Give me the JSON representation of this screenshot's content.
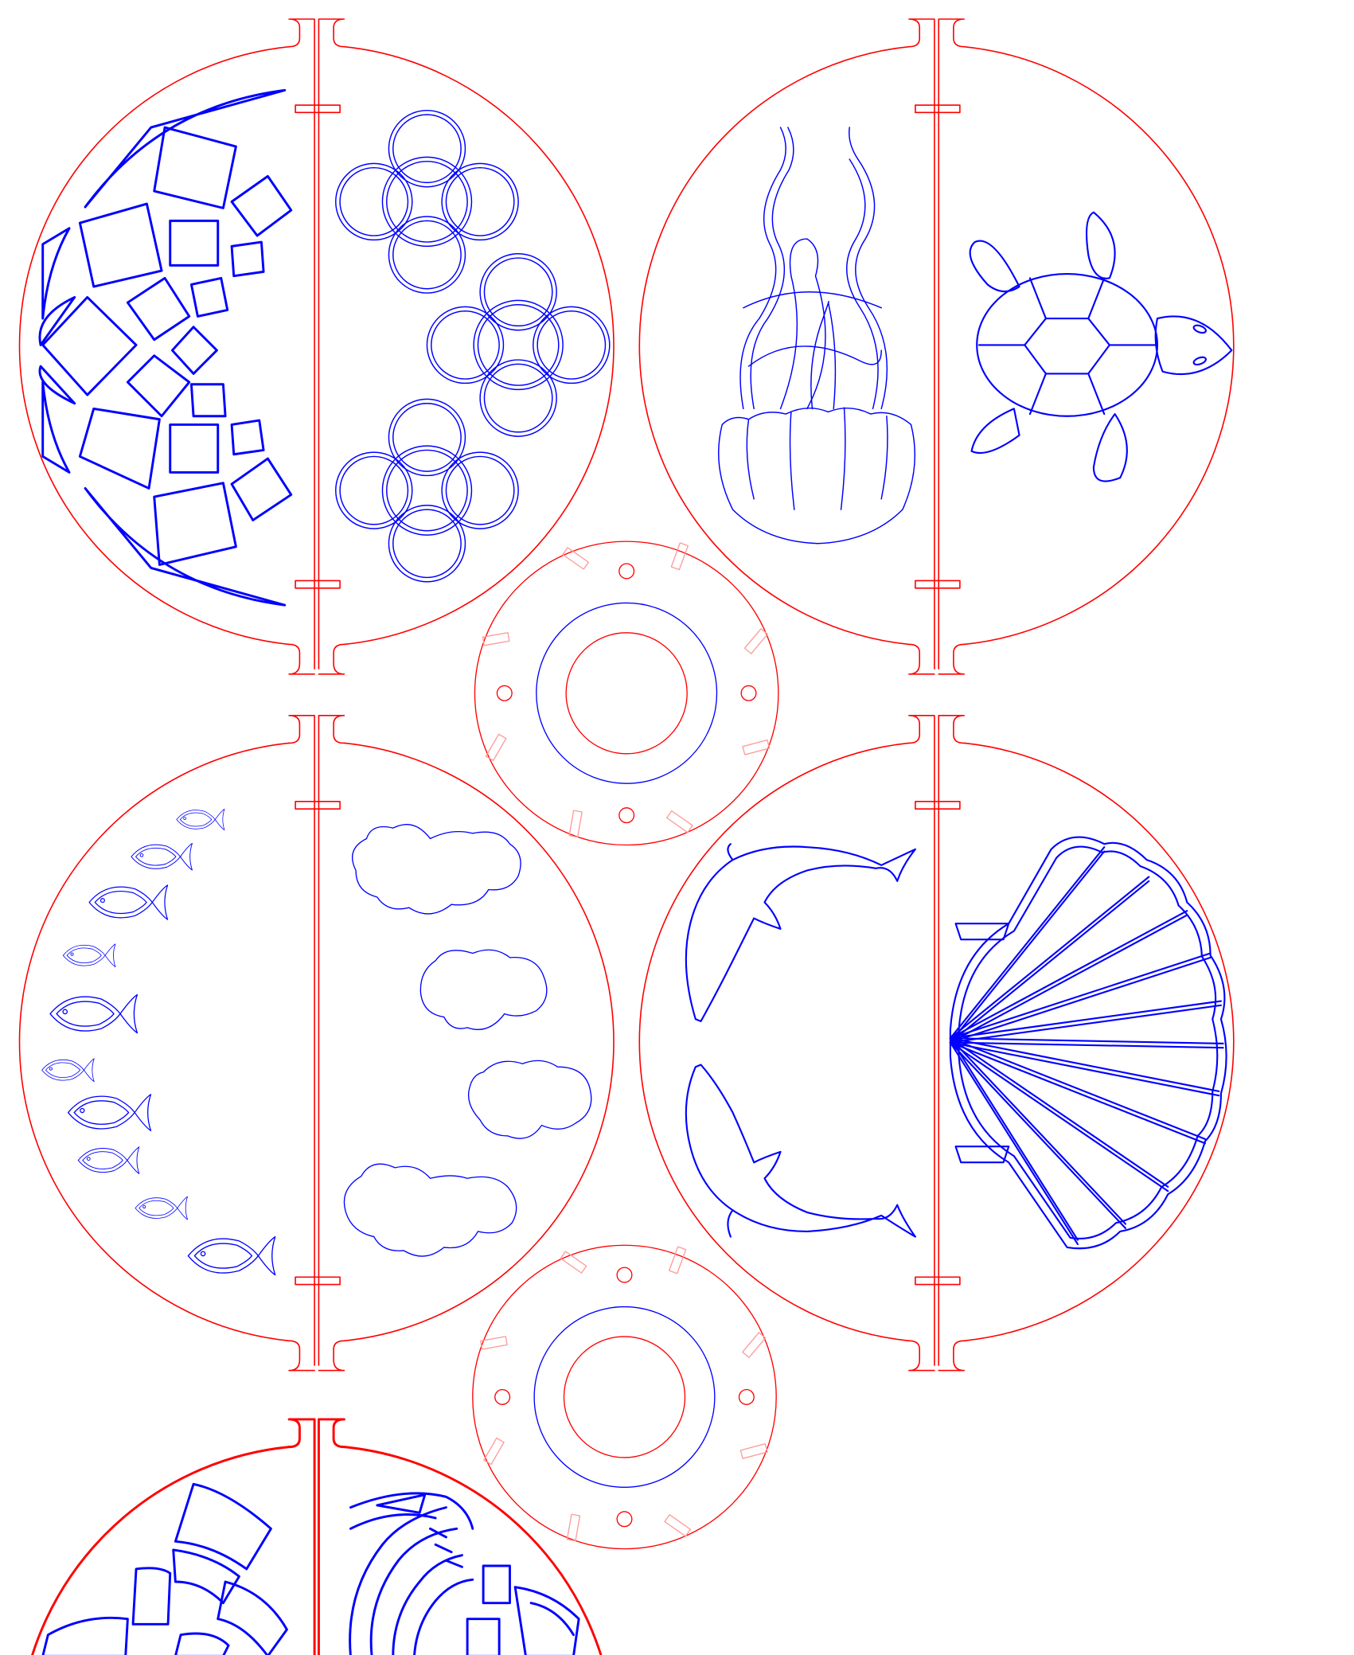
{
  "drawing": {
    "colors": {
      "background": "#ffffff",
      "cut_line": "#ff0000",
      "engrave_line": "#0000ff",
      "tab_marks": "#ff9a9a"
    },
    "parts": [
      {
        "name": "ornament-disc-1",
        "left_motif": "mosaic-squares",
        "right_motif": "quatrefoil-rings"
      },
      {
        "name": "ornament-disc-2",
        "left_motif": "jellyfish",
        "right_motif": "sea-turtle"
      },
      {
        "name": "ornament-disc-3",
        "left_motif": "fish-school",
        "right_motif": "clouds"
      },
      {
        "name": "ornament-disc-4",
        "left_motif": "dolphins",
        "right_motif": "scallop-shell"
      },
      {
        "name": "ornament-disc-5",
        "left_motif": "mosaic-tiles",
        "right_motif": "celtic-knot"
      },
      {
        "name": "cap-ring-1",
        "motif": "ring-with-tabs"
      },
      {
        "name": "cap-ring-2",
        "motif": "ring-with-tabs"
      }
    ]
  }
}
